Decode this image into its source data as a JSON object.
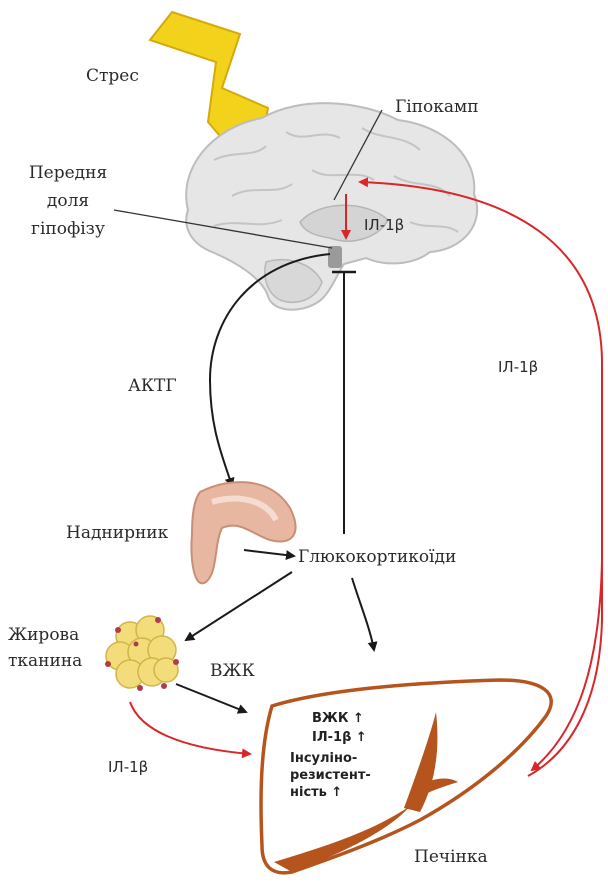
{
  "labels": {
    "stress": "Стрес",
    "hippocampus": "Гіпокамп",
    "pituitary": [
      "Передня",
      "доля",
      "гіпофізу"
    ],
    "il1b_brain": "ІЛ-1β",
    "acth": "АКТГ",
    "il1b_right": "ІЛ-1β",
    "adrenal": "Наднирник",
    "glucocorticoids": "Глюкокортикоїди",
    "adipose": [
      "Жирова",
      "тканина"
    ],
    "ffa": "ВЖК",
    "il1b_bottom": "ІЛ-1β",
    "liver": "Печінка",
    "liver_inside": [
      "ВЖК ↑",
      "ІЛ-1β ↑",
      "Інсуліно-",
      "резистент-",
      "ність ↑"
    ]
  },
  "colors": {
    "black_arrow": "#1a1a1a",
    "red_arrow": "#d9262b",
    "liver_outline": "#b5541c",
    "lightning": "#f2d21b",
    "brain": "#e2e2e2",
    "adrenal": "#e7b7a2",
    "adipose": "#f3dc7a"
  },
  "icons": [
    "lightning-icon",
    "brain-icon",
    "adrenal-gland-icon",
    "adipose-tissue-icon",
    "liver-icon"
  ]
}
